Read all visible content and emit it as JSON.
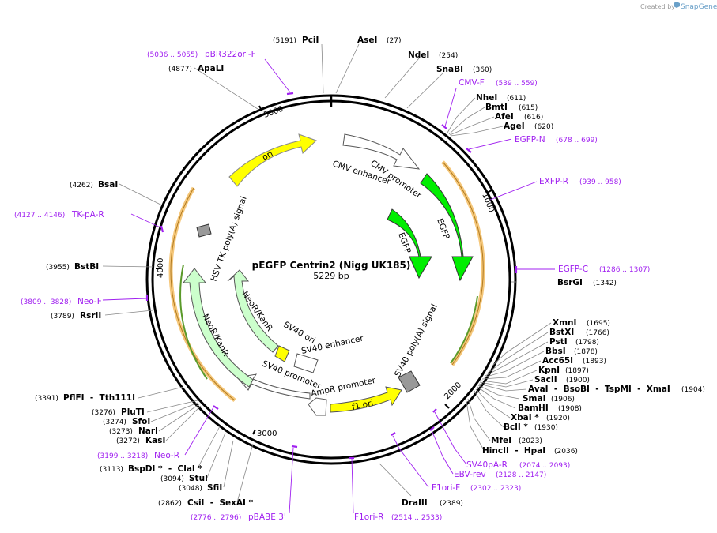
{
  "credit": {
    "prefix": "Created by",
    "brand": "SnapGene"
  },
  "plasmid": {
    "name": "pEGFP Centrin2 (Nigg UK185)",
    "size": "5229 bp"
  },
  "ruler_ticks": [
    "1000",
    "2000",
    "3000",
    "4000",
    "5000"
  ],
  "features": {
    "ori": "ori",
    "cmv_enhancer": "CMV enhancer",
    "cmv_promoter": "CMV promoter",
    "egfp_outer": "EGFP",
    "egfp_inner": "EGFP",
    "sv40_polya": "SV40 poly(A) signal",
    "f1_ori": "f1 ori",
    "ampr_promoter": "AmpR promoter",
    "sv40_promoter": "SV40 promoter",
    "sv40_ori": "SV40 ori",
    "sv40_enhancer": "SV40 enhancer",
    "neor_outer": "NeoR/KanR",
    "neor_inner": "NeoR/KanR",
    "hsv_tk_polya": "HSV TK poly(A) signal"
  },
  "enzymes": {
    "pcii": {
      "name": "PciI",
      "pos": "(5191)"
    },
    "asei": {
      "name": "AseI",
      "pos": "(27)"
    },
    "ndei": {
      "name": "NdeI",
      "pos": "(254)"
    },
    "snabi": {
      "name": "SnaBI",
      "pos": "(360)"
    },
    "nhei": {
      "name": "NheI",
      "pos": "(611)"
    },
    "bmti": {
      "name": "BmtI",
      "pos": "(615)"
    },
    "afei": {
      "name": "AfeI",
      "pos": "(616)"
    },
    "agei": {
      "name": "AgeI",
      "pos": "(620)"
    },
    "apali": {
      "name": "ApaLI",
      "pos": "(4877)"
    },
    "bsai": {
      "name": "BsaI",
      "pos": "(4262)"
    },
    "bstbi": {
      "name": "BstBI",
      "pos": "(3955)"
    },
    "rsrii": {
      "name": "RsrII",
      "pos": "(3789)"
    },
    "bsrgi": {
      "name": "BsrGI",
      "pos": "(1342)"
    },
    "xmni": {
      "name": "XmnI",
      "pos": "(1695)"
    },
    "bstxi": {
      "name": "BstXI",
      "pos": "(1766)"
    },
    "psti": {
      "name": "PstI",
      "pos": "(1798)"
    },
    "bbsi": {
      "name": "BbsI",
      "pos": "(1878)"
    },
    "acc65i": {
      "name": "Acc65I",
      "pos": "(1893)"
    },
    "kpni": {
      "name": "KpnI",
      "pos": "(1897)"
    },
    "sacii": {
      "name": "SacII",
      "pos": "(1900)"
    },
    "avai": {
      "name": "AvaI  -  BsoBI  -  TspMI  -  XmaI",
      "pos": "(1904)"
    },
    "smai": {
      "name": "SmaI",
      "pos": "(1906)"
    },
    "bamhi": {
      "name": "BamHI",
      "pos": "(1908)"
    },
    "xbai": {
      "name": "XbaI *",
      "pos": "(1920)"
    },
    "bcli": {
      "name": "BclI *",
      "pos": "(1930)"
    },
    "mfei": {
      "name": "MfeI",
      "pos": "(2023)"
    },
    "hincii": {
      "name": "HincII  -  HpaI",
      "pos": "(2036)"
    },
    "draiii": {
      "name": "DraIII",
      "pos": "(2389)"
    },
    "pflfi": {
      "name": "PflFI  -  Tth111I",
      "pos": "(3391)"
    },
    "plutI": {
      "name": "PluTI",
      "pos": "(3276)"
    },
    "sfoi": {
      "name": "SfoI",
      "pos": "(3274)"
    },
    "nari": {
      "name": "NarI",
      "pos": "(3273)"
    },
    "kasi": {
      "name": "KasI",
      "pos": "(3272)"
    },
    "bspdi": {
      "name": "BspDI *  -  ClaI *",
      "pos": "(3113)"
    },
    "stui": {
      "name": "StuI",
      "pos": "(3094)"
    },
    "sfii": {
      "name": "SfiI",
      "pos": "(3048)"
    },
    "csii": {
      "name": "CsiI  -  SexAI *",
      "pos": "(2862)"
    }
  },
  "primers": {
    "pbr322": {
      "name": "pBR322ori-F",
      "pos": "(5036 .. 5055)"
    },
    "cmvf": {
      "name": "CMV-F",
      "pos": "(539 .. 559)"
    },
    "egfpn": {
      "name": "EGFP-N",
      "pos": "(678 .. 699)"
    },
    "exfpr": {
      "name": "EXFP-R",
      "pos": "(939 .. 958)"
    },
    "egfpc": {
      "name": "EGFP-C",
      "pos": "(1286 .. 1307)"
    },
    "tkpar": {
      "name": "TK-pA-R",
      "pos": "(4127 .. 4146)"
    },
    "neof": {
      "name": "Neo-F",
      "pos": "(3809 .. 3828)"
    },
    "neor": {
      "name": "Neo-R",
      "pos": "(3199 .. 3218)"
    },
    "pbabe": {
      "name": "pBABE 3'",
      "pos": "(2776 .. 2796)"
    },
    "f1orir": {
      "name": "F1ori-R",
      "pos": "(2514 .. 2533)"
    },
    "f1orif": {
      "name": "F1ori-F",
      "pos": "(2302 .. 2323)"
    },
    "ebvrev": {
      "name": "EBV-rev",
      "pos": "(2128 .. 2147)"
    },
    "sv40par": {
      "name": "SV40pA-R",
      "pos": "(2074 .. 2093)"
    }
  },
  "colors": {
    "ori": "#ffff00",
    "egfp": "#00ee00",
    "neor": "#ccffcc",
    "hsv": "#999999",
    "orf": "#f5c77a",
    "primer": "#a020f0",
    "promoter": "#ffffff"
  }
}
